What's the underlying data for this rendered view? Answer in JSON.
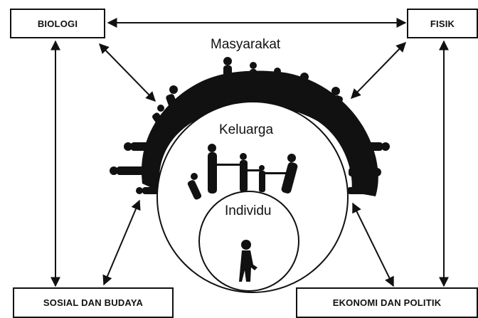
{
  "diagram": {
    "boxes": {
      "biologi": "BIOLOGI",
      "fisik": "FISIK",
      "sosial_budaya": "SOSIAL DAN BUDAYA",
      "ekonomi_politik": "EKONOMI DAN POLITIK"
    },
    "circles": {
      "masyarakat": "Masyarakat",
      "keluarga": "Keluarga",
      "individu": "Individu"
    }
  },
  "colors": {
    "ink": "#111111",
    "background": "#ffffff"
  }
}
